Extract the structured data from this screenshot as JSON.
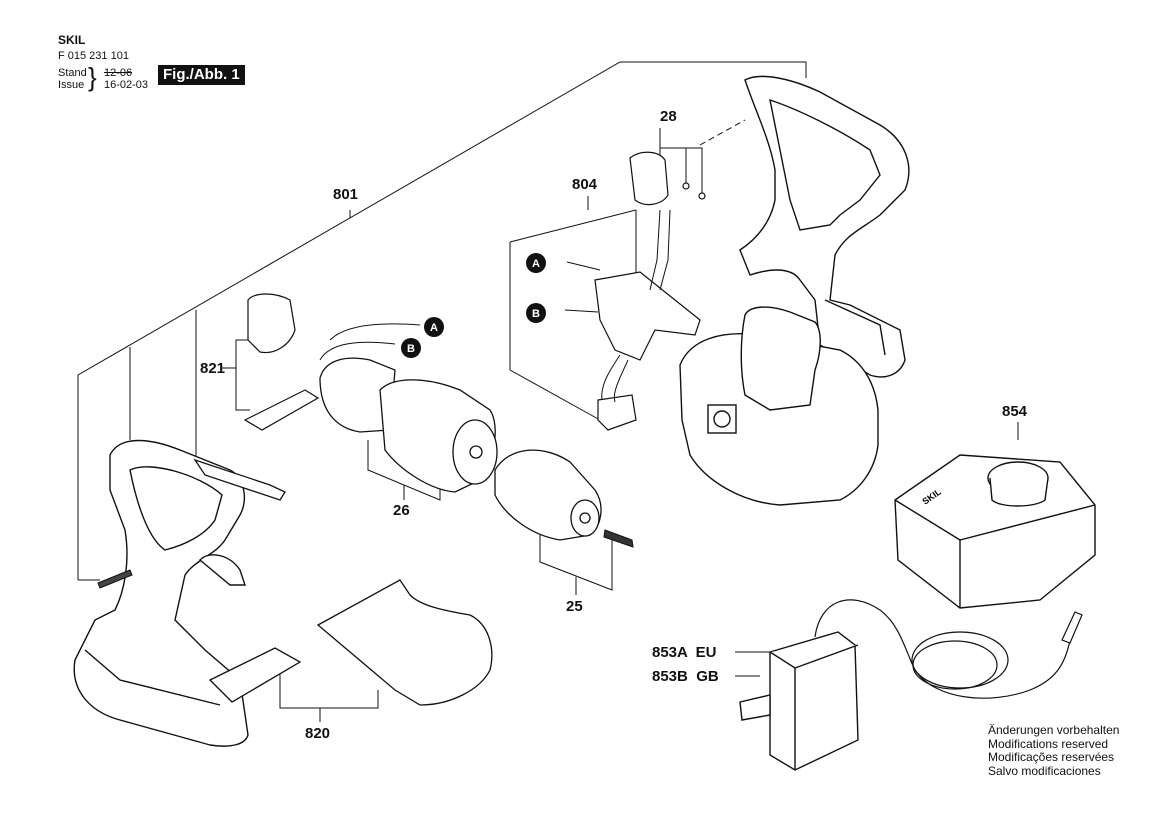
{
  "header": {
    "brand": "SKIL",
    "part_number": "F 015 231 101",
    "stand_label": "Stand",
    "issue_label": "Issue",
    "stand_date": "12-06",
    "issue_date": "16-02-03",
    "figure": "Fig./Abb. 1"
  },
  "labels": {
    "p801": "801",
    "p28": "28",
    "p804": "804",
    "p821": "821",
    "p26": "26",
    "p25": "25",
    "p820": "820",
    "p854": "854",
    "p853a": "853A  EU",
    "p853b": "853B  GB"
  },
  "connectors": {
    "a": "A",
    "b": "B"
  },
  "product_marking": "SKIL",
  "notes": [
    "Änderungen vorbehalten",
    "Modifications reserved",
    "Modificações reservées",
    "Salvo modificaciones"
  ]
}
